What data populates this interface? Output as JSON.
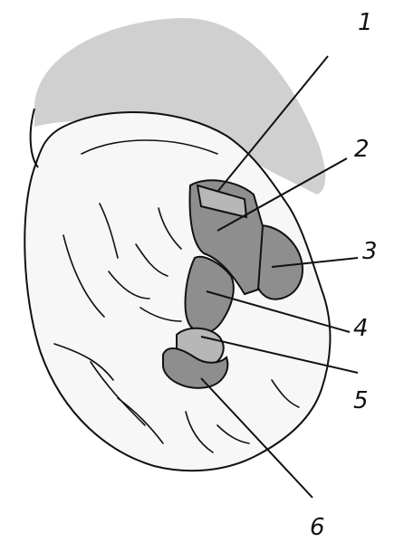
{
  "callouts": [
    {
      "id": "1",
      "label": "1"
    },
    {
      "id": "2",
      "label": "2"
    },
    {
      "id": "3",
      "label": "3"
    },
    {
      "id": "4",
      "label": "4"
    },
    {
      "id": "5",
      "label": "5"
    },
    {
      "id": "6",
      "label": "6"
    }
  ],
  "colors": {
    "outline": "#111111",
    "background_shade": "#d0d0d0",
    "structure_fill": "#8e8e8e",
    "light_fill": "#b7b7b7",
    "tissue_fill": "#f7f7f7"
  }
}
